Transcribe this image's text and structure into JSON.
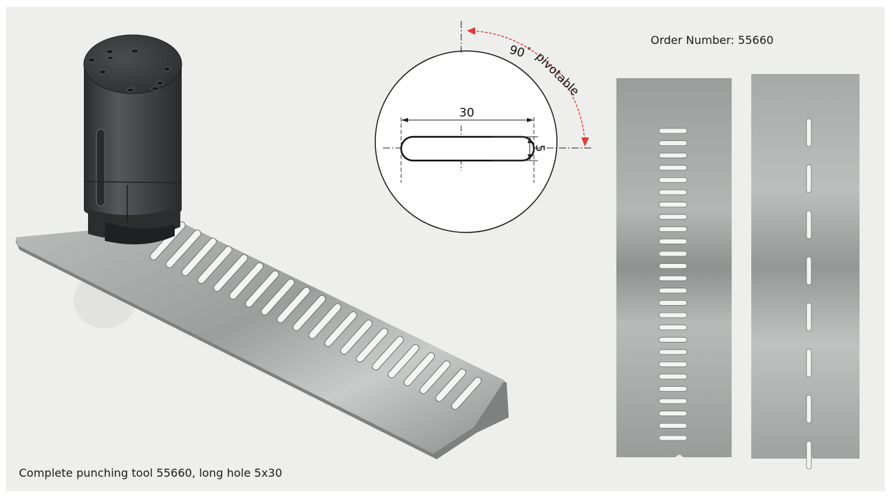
{
  "caption": "Complete punching tool 55660, long hole 5x30",
  "order_number": "Order Number: 55660",
  "drawing": {
    "width_dim": "30",
    "height_dim": "5",
    "angle_value": "90",
    "angle_unit": "°",
    "angle_note": "pivotable"
  },
  "colors": {
    "background": "#eeefed",
    "tool_body": "#3c3e40",
    "sheet_metal": "#a4a6a5",
    "arrow": "#e03a3a"
  }
}
